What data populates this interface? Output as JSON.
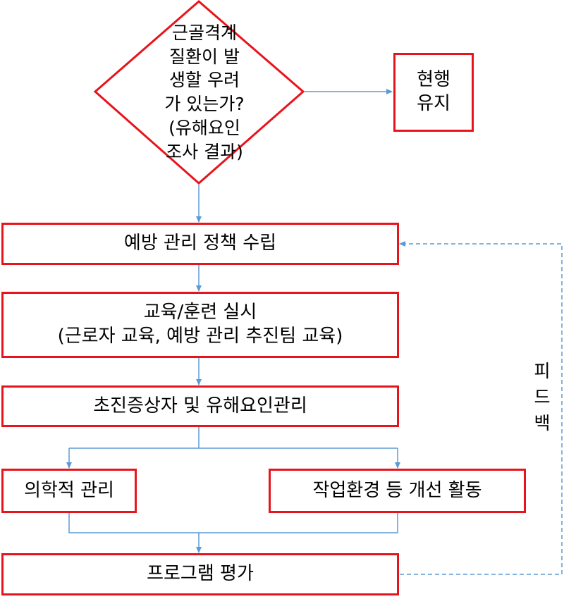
{
  "colors": {
    "box_border": "#e8141c",
    "arrow": "#5b9bd5",
    "feedback": "#5b9bd5"
  },
  "decision": {
    "lines": [
      "근골격계",
      "질환이 발",
      "생할 우려",
      "가 있는가?",
      "(유해요인",
      "조사 결과)"
    ]
  },
  "keep_box": {
    "lines": [
      "현행",
      "유지"
    ]
  },
  "steps": {
    "policy": "예방 관리 정책 수립",
    "training": [
      "교육/훈련 실시",
      "(근로자 교육, 예방 관리 추진팀 교육)"
    ],
    "symptom": "초진증상자 및 유해요인관리",
    "medical": "의학적 관리",
    "environment": "작업환경 등 개선 활동",
    "evaluation": "프로그램 평가"
  },
  "feedback": {
    "chars": [
      "피",
      "드",
      "백"
    ]
  }
}
